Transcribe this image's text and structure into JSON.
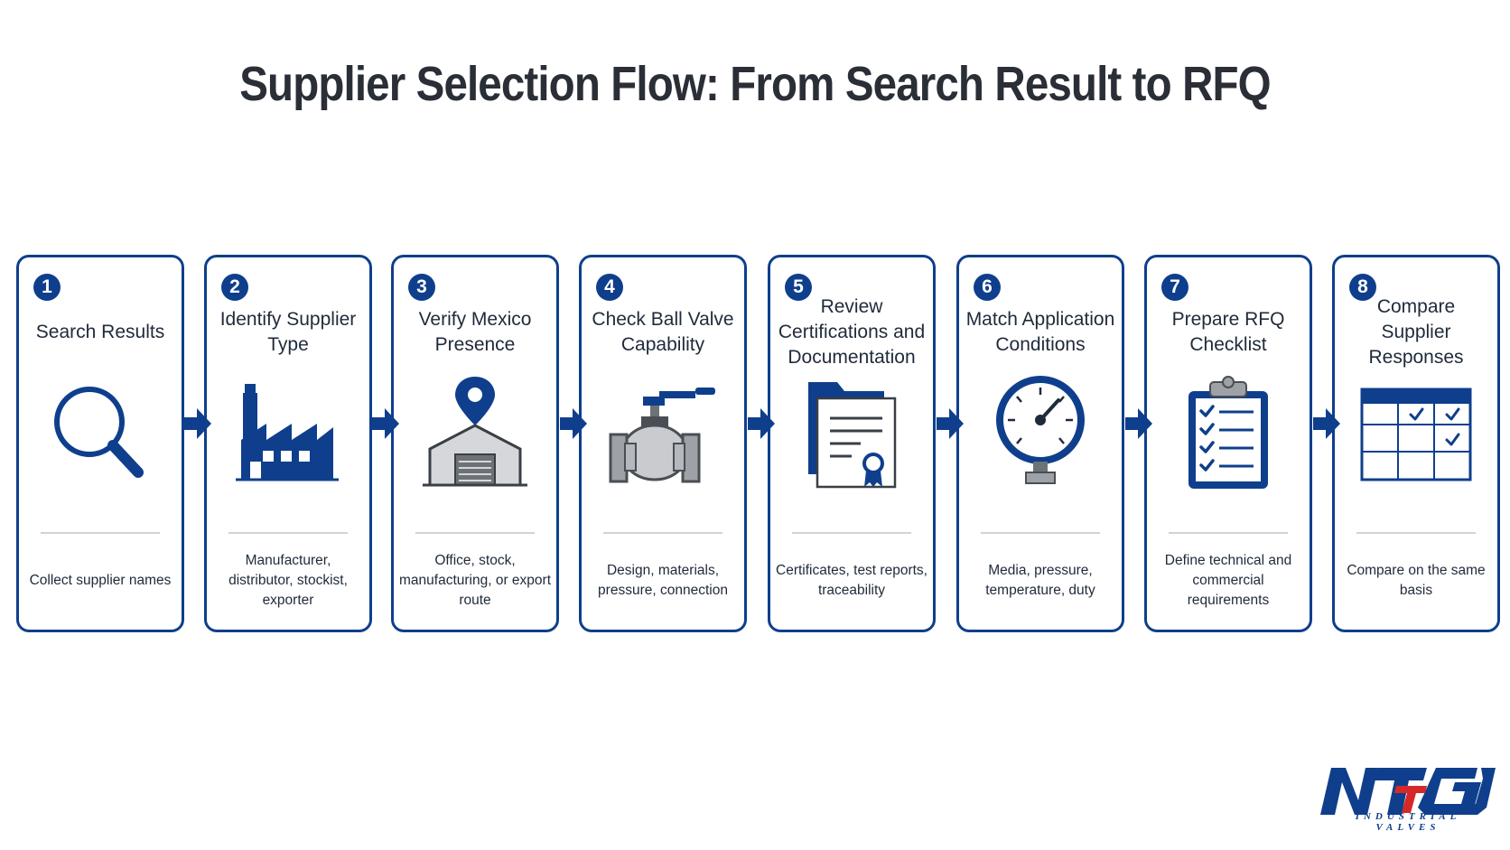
{
  "title": "Supplier Selection Flow: From Search Result to RFQ",
  "steps": [
    {
      "number": "1",
      "title": "Search Results",
      "desc": "Collect supplier names",
      "icon": "magnifier-icon"
    },
    {
      "number": "2",
      "title": "Identify Supplier Type",
      "desc": "Manufacturer, distributor, stockist, exporter",
      "icon": "factory-icon"
    },
    {
      "number": "3",
      "title": "Verify Mexico Presence",
      "desc": "Office, stock, manufacturing, or export route",
      "icon": "warehouse-location-icon"
    },
    {
      "number": "4",
      "title": "Check Ball Valve Capability",
      "desc": "Design, materials, pressure, connection",
      "icon": "ball-valve-icon"
    },
    {
      "number": "5",
      "title": "Review Certifications and Documentation",
      "desc": "Certificates, test reports, traceability",
      "icon": "certificate-folder-icon"
    },
    {
      "number": "6",
      "title": "Match Application Conditions",
      "desc": "Media, pressure, temperature, duty",
      "icon": "pressure-gauge-icon"
    },
    {
      "number": "7",
      "title": "Prepare RFQ Checklist",
      "desc": "Define technical and commercial requirements",
      "icon": "clipboard-checklist-icon"
    },
    {
      "number": "8",
      "title": "Compare Supplier Responses",
      "desc": "Compare on the same basis",
      "icon": "comparison-table-icon"
    }
  ],
  "logo": {
    "text": "INDUSTRIAL VALVES",
    "mark": "NTGD"
  },
  "colors": {
    "primary": "#0f3f8c",
    "accent": "#d62828",
    "grey": "#b9bcc0"
  }
}
